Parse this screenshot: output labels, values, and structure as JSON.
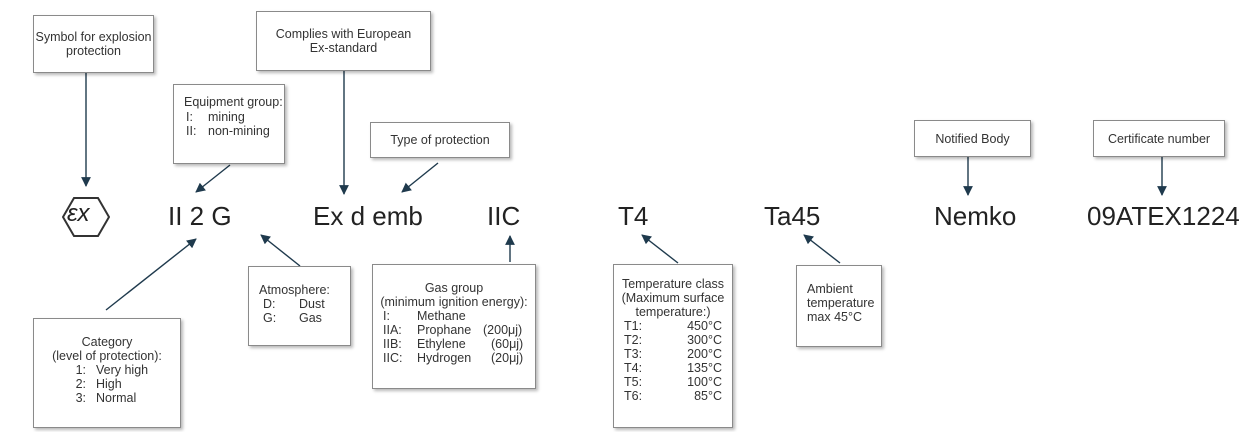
{
  "marking": {
    "ex_symbol": "εx",
    "group_category": "II 2 G",
    "ex_type": "Ex d emb",
    "gas_group": "IIC",
    "temp_class": "T4",
    "ambient": "Ta45",
    "notified_body": "Nemko",
    "certificate": "09ATEX1224"
  },
  "labels": {
    "explosion_symbol": [
      "Symbol for explosion",
      "protection"
    ],
    "european_standard": [
      "Complies with European",
      "Ex-standard"
    ],
    "equipment_group": {
      "title": "Equipment group:",
      "items": [
        {
          "code": "I:",
          "text": "mining"
        },
        {
          "code": "II:",
          "text": "non-mining"
        }
      ]
    },
    "type_of_protection": "Type of protection",
    "notified_body": "Notified Body",
    "certificate_number": "Certificate number",
    "category": {
      "title": [
        "Category",
        "(level of protection):"
      ],
      "items": [
        {
          "code": "1:",
          "text": "Very high"
        },
        {
          "code": "2:",
          "text": "High"
        },
        {
          "code": "3:",
          "text": "Normal"
        }
      ]
    },
    "atmosphere": {
      "title": "Atmosphere:",
      "items": [
        {
          "code": "D:",
          "text": "Dust"
        },
        {
          "code": "G:",
          "text": "Gas"
        }
      ]
    },
    "gas_group": {
      "title": [
        "Gas group",
        "(minimum ignition energy):"
      ],
      "items": [
        {
          "code": "I:",
          "text": "Methane",
          "energy": ""
        },
        {
          "code": "IIA:",
          "text": "Prophane",
          "energy": "(200μj)"
        },
        {
          "code": "IIB:",
          "text": "Ethylene",
          "energy": "(60μj)"
        },
        {
          "code": "IIC:",
          "text": "Hydrogen",
          "energy": "(20μj)"
        }
      ]
    },
    "temperature_class": {
      "title": [
        "Temperature class",
        "(Maximum surface",
        "temperature:)"
      ],
      "items": [
        {
          "code": "T1:",
          "text": "450°C"
        },
        {
          "code": "T2:",
          "text": "300°C"
        },
        {
          "code": "T3:",
          "text": "200°C"
        },
        {
          "code": "T4:",
          "text": "135°C"
        },
        {
          "code": "T5:",
          "text": "100°C"
        },
        {
          "code": "T6:",
          "text": "85°C"
        }
      ]
    },
    "ambient_temperature": [
      "Ambient",
      "temperature",
      "max 45°C"
    ]
  },
  "colors": {
    "arrow": "#1f3a4d",
    "box_border": "#8a8a8a",
    "text": "#2b2b2b"
  }
}
